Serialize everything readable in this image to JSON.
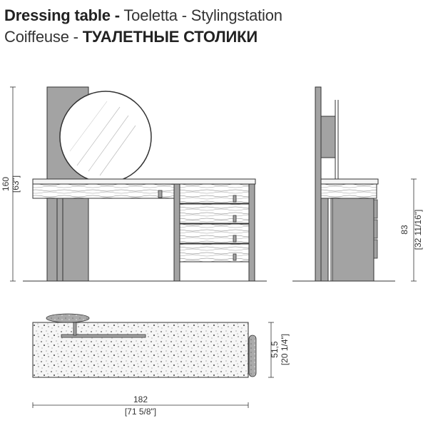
{
  "title": {
    "line1_bold": "Dressing table -",
    "line1_rest": " Toeletta - Stylingstation",
    "line2_light": "Coiffeuse - ",
    "line2_bold": "ТУАЛЕТНЫЕ СТОЛИКИ"
  },
  "dimensions": {
    "height_total_cm": "160",
    "height_total_in": "[63\"]",
    "height_table_cm": "83",
    "height_table_in": "[32 11/16\"]",
    "depth_cm": "51,5",
    "depth_in": "[20 1/4\"]",
    "width_cm": "182",
    "width_in": "[71 5/8\"]"
  },
  "colors": {
    "panel_grey": "#a3a3a3",
    "line": "#333333",
    "top_surface": "#f4f4f4"
  }
}
